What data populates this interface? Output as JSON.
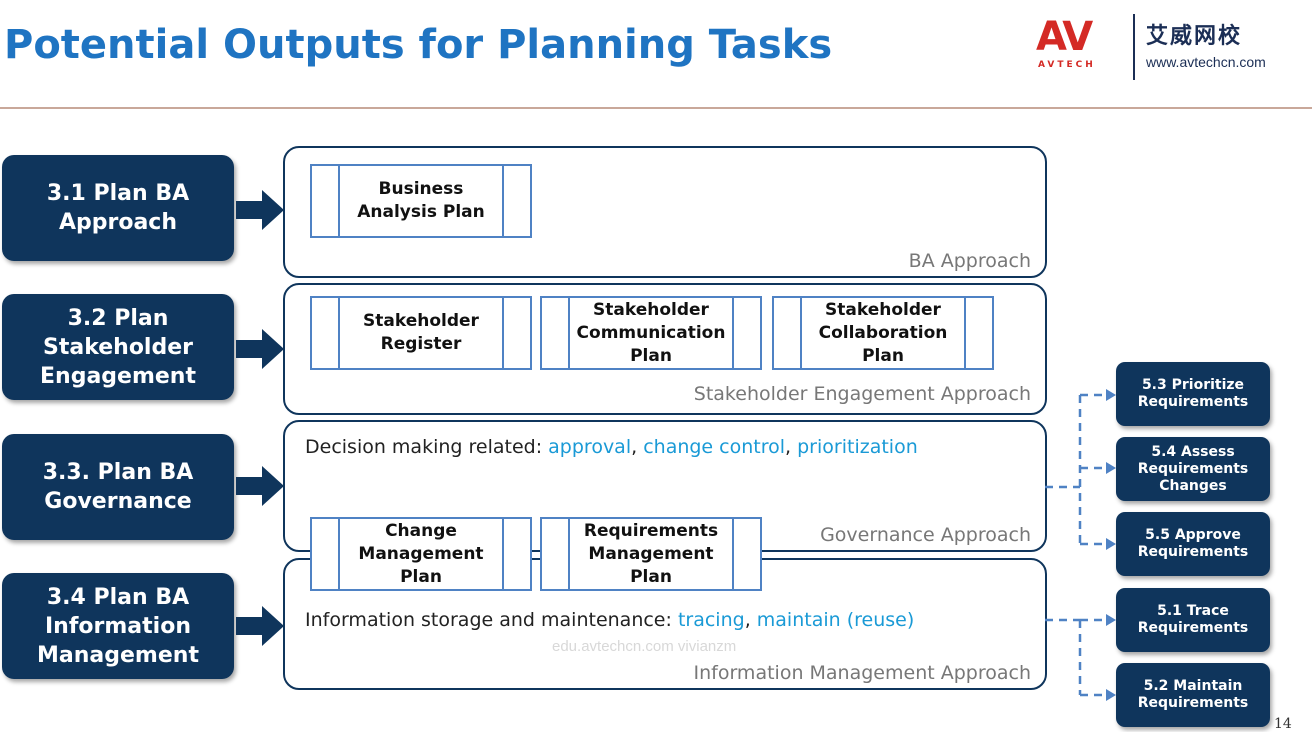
{
  "slide": {
    "title": "Potential Outputs for Planning Tasks",
    "page_number": "14",
    "watermark": "edu.avtechcn.com vivianzm"
  },
  "logo": {
    "mark": "AV",
    "sub": "AVTECH",
    "chinese_name": "艾威网校",
    "url": "www.avtechcn.com"
  },
  "colors": {
    "task_box": "#0f355c",
    "title": "#1f74c2",
    "highlight": "#1a9ad6",
    "doc_border": "#4f82c4",
    "logo_red": "#d42a25"
  },
  "tasks": [
    {
      "label": "3.1 Plan BA Approach"
    },
    {
      "label": "3.2 Plan Stakeholder Engagement"
    },
    {
      "label": "3.3. Plan BA Governance"
    },
    {
      "label": "3.4 Plan BA Information Management"
    }
  ],
  "approaches": [
    {
      "label": "BA Approach",
      "documents": [
        "Business Analysis Plan"
      ]
    },
    {
      "label": "Stakeholder Engagement Approach",
      "documents": [
        "Stakeholder Register",
        "Stakeholder Communication Plan",
        "Stakeholder Collaboration Plan"
      ]
    },
    {
      "label": "Governance Approach",
      "note_prefix": "Decision making related: ",
      "note_items": [
        "approval",
        "change control",
        "prioritization"
      ],
      "documents": [
        "Change Management Plan",
        "Requirements Management Plan"
      ]
    },
    {
      "label": "Information Management Approach",
      "note_prefix": "Information storage and maintenance: ",
      "note_items": [
        "tracing",
        "maintain (reuse)"
      ]
    }
  ],
  "punctuation": {
    "comma": ", "
  },
  "requirements_tasks": [
    {
      "label": "5.3 Prioritize Requirements"
    },
    {
      "label": "5.4 Assess Requirements Changes"
    },
    {
      "label": "5.5 Approve Requirements"
    },
    {
      "label": "5.1 Trace Requirements"
    },
    {
      "label": "5.2 Maintain Requirements"
    }
  ]
}
